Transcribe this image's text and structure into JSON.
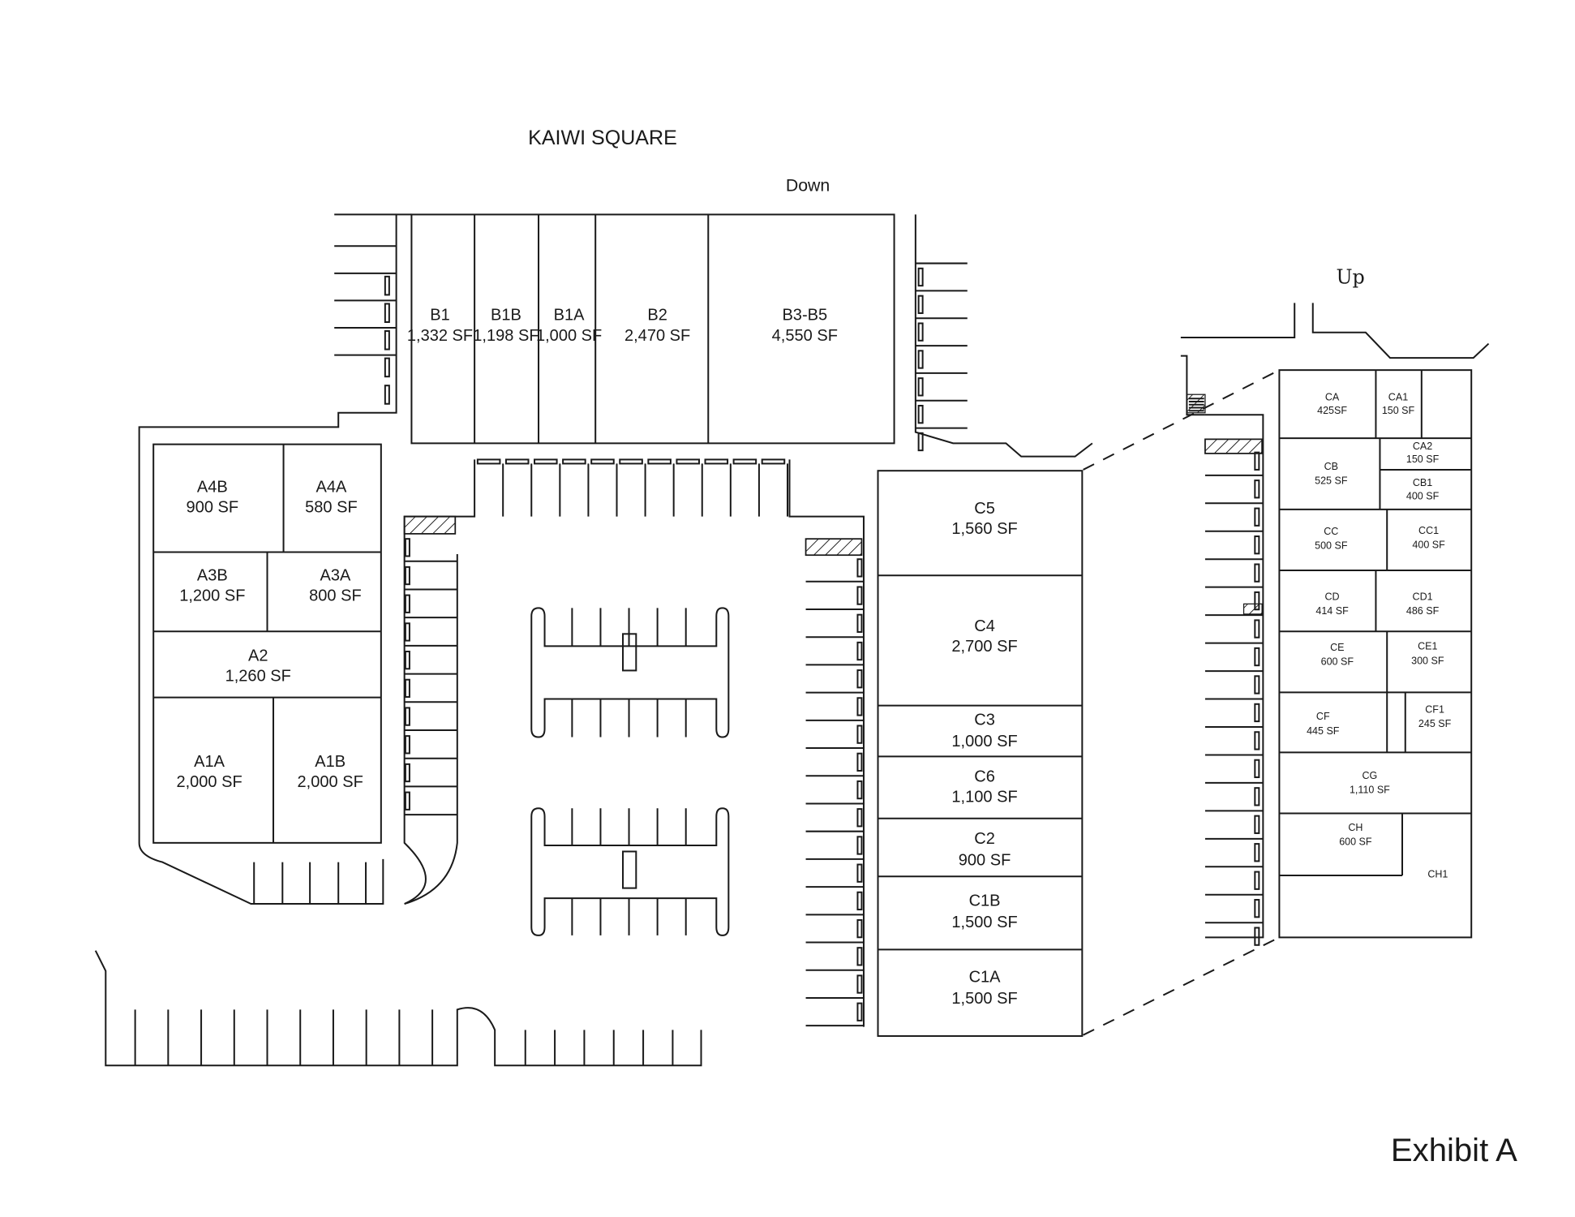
{
  "title": "KAIWI SQUARE",
  "exhibit": "Exhibit A",
  "labels": {
    "down": "Down",
    "up": "Up"
  },
  "buildings": {
    "B": [
      {
        "id": "B1",
        "area": "1,332 SF"
      },
      {
        "id": "B1B",
        "area": "1,198 SF"
      },
      {
        "id": "B1A",
        "area": "1,000 SF"
      },
      {
        "id": "B2",
        "area": "2,470 SF"
      },
      {
        "id": "B3-B5",
        "area": "4,550 SF"
      }
    ],
    "A": [
      {
        "id": "A4B",
        "area": "900 SF"
      },
      {
        "id": "A4A",
        "area": "580 SF"
      },
      {
        "id": "A3B",
        "area": "1,200 SF"
      },
      {
        "id": "A3A",
        "area": "800 SF"
      },
      {
        "id": "A2",
        "area": "1,260 SF"
      },
      {
        "id": "A1A",
        "area": "2,000 SF"
      },
      {
        "id": "A1B",
        "area": "2,000 SF"
      }
    ],
    "C": [
      {
        "id": "C5",
        "area": "1,560 SF"
      },
      {
        "id": "C4",
        "area": "2,700 SF"
      },
      {
        "id": "C3",
        "area": "1,000 SF"
      },
      {
        "id": "C6",
        "area": "1,100 SF"
      },
      {
        "id": "C2",
        "area": "900 SF"
      },
      {
        "id": "C1B",
        "area": "1,500 SF"
      },
      {
        "id": "C1A",
        "area": "1,500 SF"
      }
    ],
    "detail": [
      {
        "id": "CA",
        "area": "425SF"
      },
      {
        "id": "CA1",
        "area": "150 SF"
      },
      {
        "id": "CA2",
        "area": "150 SF"
      },
      {
        "id": "CB",
        "area": "525  SF"
      },
      {
        "id": "CB1",
        "area": "400 SF"
      },
      {
        "id": "CC",
        "area": "500 SF"
      },
      {
        "id": "CC1",
        "area": "400 SF"
      },
      {
        "id": "CD",
        "area": "414 SF"
      },
      {
        "id": "CD1",
        "area": "486 SF"
      },
      {
        "id": "CE",
        "area": "600 SF"
      },
      {
        "id": "CE1",
        "area": "300 SF"
      },
      {
        "id": "CF",
        "area": "445 SF"
      },
      {
        "id": "CF1",
        "area": "245 SF"
      },
      {
        "id": "CG",
        "area": "1,110 SF"
      },
      {
        "id": "CH",
        "area": "600 SF"
      },
      {
        "id": "CH1",
        "area": ""
      }
    ]
  }
}
